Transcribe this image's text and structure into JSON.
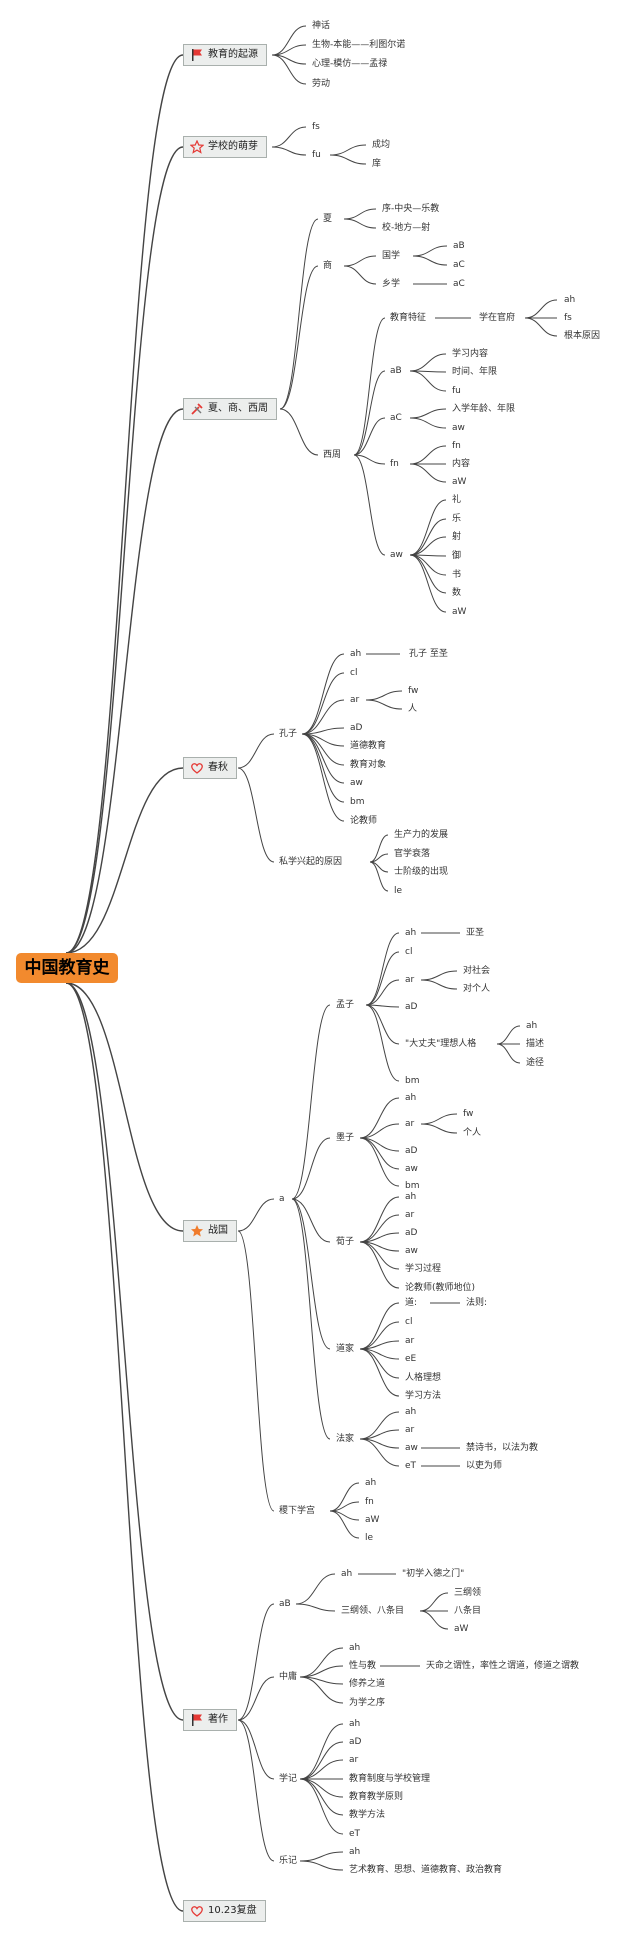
{
  "root": {
    "label": "中国教育史"
  },
  "colors": {
    "root_fill": "#f28a2e",
    "branch_fill": "#eceeed",
    "line": "#444444",
    "icon_red": "#e53935",
    "icon_orange": "#f07c2c"
  },
  "branches": [
    {
      "label": "教育的起源",
      "icon": "flag-icon"
    },
    {
      "label": "学校的萌芽",
      "icon": "star-outline-icon"
    },
    {
      "label": "夏、商、西周",
      "icon": "tools-icon"
    },
    {
      "label": "春秋",
      "icon": "heart-icon"
    },
    {
      "label": "战国",
      "icon": "star-filled-icon"
    },
    {
      "label": "著作",
      "icon": "flag-icon"
    },
    {
      "label": "10.23复盘",
      "icon": "heart-icon"
    }
  ],
  "origin": {
    "items": [
      "神话",
      "生物-本能——利图尔诺",
      "心理-模仿——孟禄",
      "劳动"
    ]
  },
  "sprout": {
    "fs": "fs",
    "fu": "fu",
    "fu_items": [
      "成均",
      "庠"
    ]
  },
  "xsz": {
    "xia": {
      "label": "夏",
      "items": [
        "序-中央—乐教",
        "校-地方—射"
      ]
    },
    "shang": {
      "label": "商",
      "guoxue": "国学",
      "guoxue_items": [
        "aB",
        "aC"
      ],
      "xiangxue": "乡学",
      "xiangxue_item": "aC"
    },
    "xizhou": {
      "label": "西周",
      "feature": "教育特征",
      "feature_value": "学在官府",
      "feature_items": [
        "ah",
        "fs",
        "根本原因"
      ],
      "aB": "aB",
      "aB_items": [
        "学习内容",
        "时间、年限",
        "fu"
      ],
      "aC": "aC",
      "aC_items": [
        "入学年龄、年限",
        "aw"
      ],
      "fn": "fn",
      "fn_items": [
        "fn",
        "内容",
        "aW"
      ],
      "aw": "aw",
      "aw_items": [
        "礼",
        "乐",
        "射",
        "御",
        "书",
        "数",
        "aW"
      ]
    }
  },
  "spring": {
    "kongzi": {
      "label": "孔子",
      "ah": "ah",
      "ah_value": "孔子 至圣",
      "cl": "cl",
      "ar": "ar",
      "ar_items": [
        "fw",
        "人"
      ],
      "rest": [
        "aD",
        "道德教育",
        "教育对象",
        "aw",
        "bm",
        "论教师"
      ]
    },
    "private": {
      "label": "私学兴起的原因",
      "items": [
        "生产力的发展",
        "官学衰落",
        "士阶级的出现",
        "le"
      ]
    }
  },
  "warring": {
    "a": "a",
    "mengzi": {
      "label": "孟子",
      "ah": "ah",
      "ah_value": "亚圣",
      "cl": "cl",
      "ar": "ar",
      "ar_items": [
        "对社会",
        "对个人"
      ],
      "aD": "aD",
      "ideal": "\"大丈夫\"理想人格",
      "ideal_items": [
        "ah",
        "描述",
        "途径"
      ],
      "bm": "bm"
    },
    "mozi": {
      "label": "墨子",
      "ah": "ah",
      "ar": "ar",
      "ar_items": [
        "fw",
        "个人"
      ],
      "rest": [
        "aD",
        "aw",
        "bm"
      ]
    },
    "xunzi": {
      "label": "荀子",
      "items": [
        "ah",
        "ar",
        "aD",
        "aw",
        "学习过程",
        "论教师(教师地位)"
      ]
    },
    "daojia": {
      "label": "道家",
      "dao": "道:",
      "dao_value": "法则:",
      "items": [
        "cl",
        "ar",
        "eE",
        "人格理想",
        "学习方法"
      ]
    },
    "fajia": {
      "label": "法家",
      "ah": "ah",
      "ar": "ar",
      "aw": "aw",
      "aw_value": "禁诗书，以法为教",
      "eT": "eT",
      "eT_value": "以吏为师"
    },
    "jixia": {
      "label": "稷下学宫",
      "items": [
        "ah",
        "fn",
        "aW",
        "le"
      ]
    }
  },
  "works": {
    "daxue": {
      "label": "aB",
      "ah": "ah",
      "ah_value": "\"初学入德之门\"",
      "gang": "三纲领、八条目",
      "gang_items": [
        "三纲领",
        "八条目",
        "aW"
      ]
    },
    "zhongyong": {
      "label": "中庸",
      "ah": "ah",
      "xing": "性与教",
      "xing_value": "天命之谓性，率性之谓道，修道之谓教",
      "rest": [
        "修养之道",
        "为学之序"
      ]
    },
    "xueji": {
      "label": "学记",
      "items": [
        "ah",
        "aD",
        "ar",
        "教育制度与学校管理",
        "教育教学原则",
        "教学方法",
        "eT"
      ]
    },
    "yueji": {
      "label": "乐记",
      "items": [
        "ah",
        "艺术教育、思想、道德教育、政治教育"
      ]
    }
  }
}
